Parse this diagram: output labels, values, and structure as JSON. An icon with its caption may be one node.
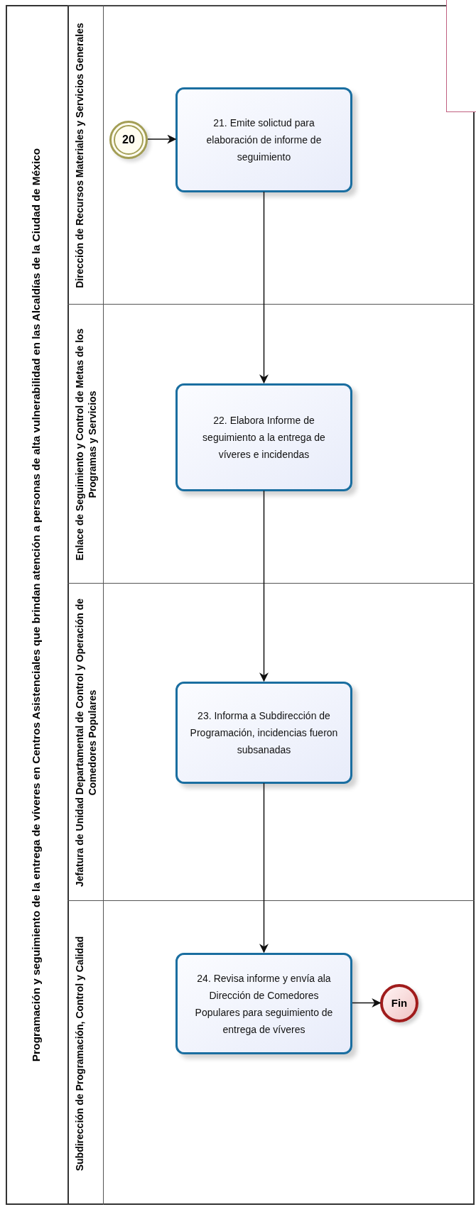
{
  "diagram": {
    "title": "Programación y seguimiento de la entrega de víveres en Centros Asistenciales que brindan atención a personas de alta vulnerabilidad en las Alcaldías de la Ciudad de México",
    "nodes": [
      {
        "text": [],
        "shape": "box"
      },
      {
        "text": [
          "Dirección de Recursos Materiales y Servicios Generales"
        ],
        "in": 0
      },
      {
        "text": [
          "20"
        ],
        "in": 1
      },
      {
        "text": [
          "21. Emite solictud para elaboración de informe de seguimiento"
        ],
        "in": 1
      },
      {
        "text": [
          "Enlace de Seguimiento y Control de Metas de los Programas y Servicios"
        ],
        "in": 0
      },
      {
        "text": [
          "22. Elabora Informe de seguimiento a la entrega de víveres e incidendas"
        ],
        "in": 4
      },
      {
        "text": [
          "Jefatura de Unidad Departamental de Control y Operación de Comedores Populares"
        ],
        "in": 0
      },
      {
        "text": [
          "23. Informa a Subdirección de Programación, incidencias fueron subsanadas"
        ],
        "in": 6
      },
      {
        "text": [
          "Subdirección de Programación, Control y Calidad"
        ],
        "in": 0
      },
      {
        "text": [
          "24. Revisa informe y envía ala Dirección de Comedores Populares para seguimiento de entrega de víveres"
        ],
        "in": 8
      },
      {
        "text": [
          "Fin"
        ],
        "in": 8
      },
      {
        "text": [],
        "shape": "box"
      }
    ],
    "edges": [
      {
        "from": 2,
        "to": 3,
        "arrow": "to"
      },
      {
        "from": 3,
        "to": 5,
        "arrow": "to"
      },
      {
        "from": 5,
        "to": 7,
        "arrow": "to"
      },
      {
        "from": 7,
        "to": 9,
        "arrow": "to"
      },
      {
        "from": 9,
        "to": 10,
        "arrow": "to"
      }
    ]
  }
}
